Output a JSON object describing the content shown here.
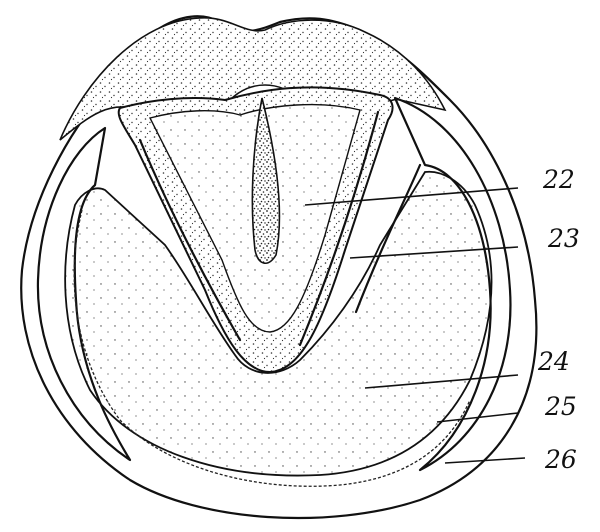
{
  "figure": {
    "callouts": [
      {
        "id": "c22",
        "label": "22"
      },
      {
        "id": "c23",
        "label": "23"
      },
      {
        "id": "c24",
        "label": "24"
      },
      {
        "id": "c25",
        "label": "25"
      },
      {
        "id": "c26",
        "label": "26"
      }
    ]
  }
}
